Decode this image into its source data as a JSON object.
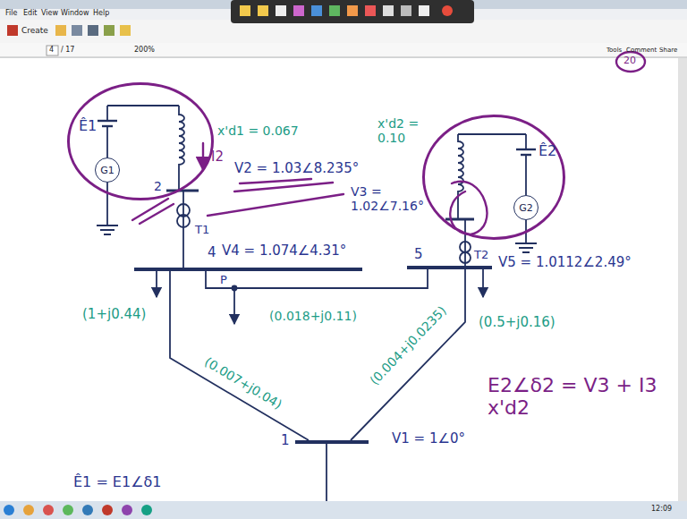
{
  "diagram": {
    "nodes": [
      {
        "text": [
          "Ê1"
        ]
      },
      {
        "text": [
          "G1"
        ],
        "in": 0
      },
      {
        "text": [
          "Ê2"
        ]
      },
      {
        "text": [
          "G2"
        ],
        "in": 2
      },
      {
        "text": [
          "4",
          "V4 = 1.074∠4.31°"
        ]
      },
      {
        "text": [
          "5",
          "V5 = 1.0112∠2.49°"
        ]
      },
      {
        "text": [
          "1",
          "V1 = 1∠0°"
        ]
      }
    ],
    "edges": [
      {
        "from": 4,
        "to": 5,
        "arrow": "none",
        "label": "(0.018+j0.11)"
      },
      {
        "from": 4,
        "to": 6,
        "arrow": "none",
        "label": "(0.007+j0.04)"
      },
      {
        "from": 5,
        "to": 6,
        "arrow": "none",
        "label": "(0.004+j0.0235)"
      },
      {
        "from": 0,
        "to": 4,
        "arrow": "none"
      },
      {
        "from": 2,
        "to": 5,
        "arrow": "none"
      }
    ],
    "labels": [
      "File",
      "Edit",
      "View",
      "Window",
      "Help",
      "Create",
      "4",
      "/ 17",
      "200%",
      "Tools",
      "Comment",
      "Share",
      "20",
      "x'd1 = 0.067",
      "I2",
      "2",
      "V2 = 1.03∠8.235°",
      "T1",
      "P",
      "x'd2 = 0.10",
      "V3 = 1.02∠7.16°",
      "T2",
      "(1+j0.44)",
      "(0.5+j0.16)",
      "Ê1 = E1∠δ1",
      "E2∠δ2 = V3 + I3 x'd2",
      "12:09"
    ]
  }
}
